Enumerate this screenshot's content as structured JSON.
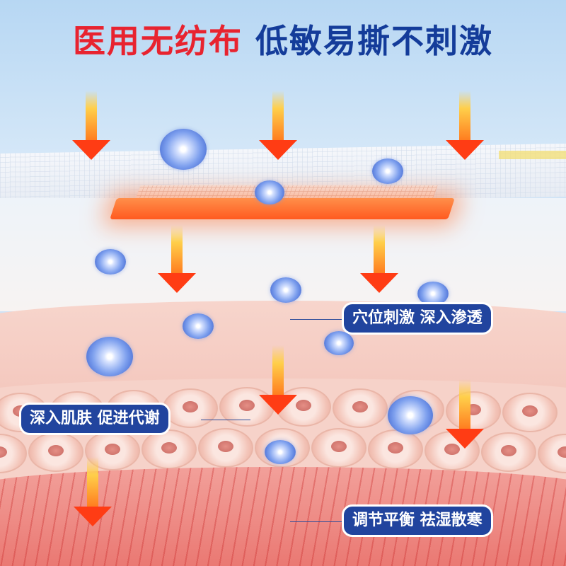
{
  "headline": {
    "red_part": "医用无纺布",
    "blue_part": "低敏易撕不刺激"
  },
  "callouts": [
    {
      "text": "穴位刺激 深入渗透"
    },
    {
      "text": "深入肌肤 促进代谢"
    },
    {
      "text": "调节平衡 祛湿散寒"
    }
  ],
  "colors": {
    "headline_red": "#e8232f",
    "headline_blue": "#143c9a",
    "label_bg": "#21449e",
    "arrow_head": "#ff3c14",
    "hot_plate": "#ff5a20"
  }
}
